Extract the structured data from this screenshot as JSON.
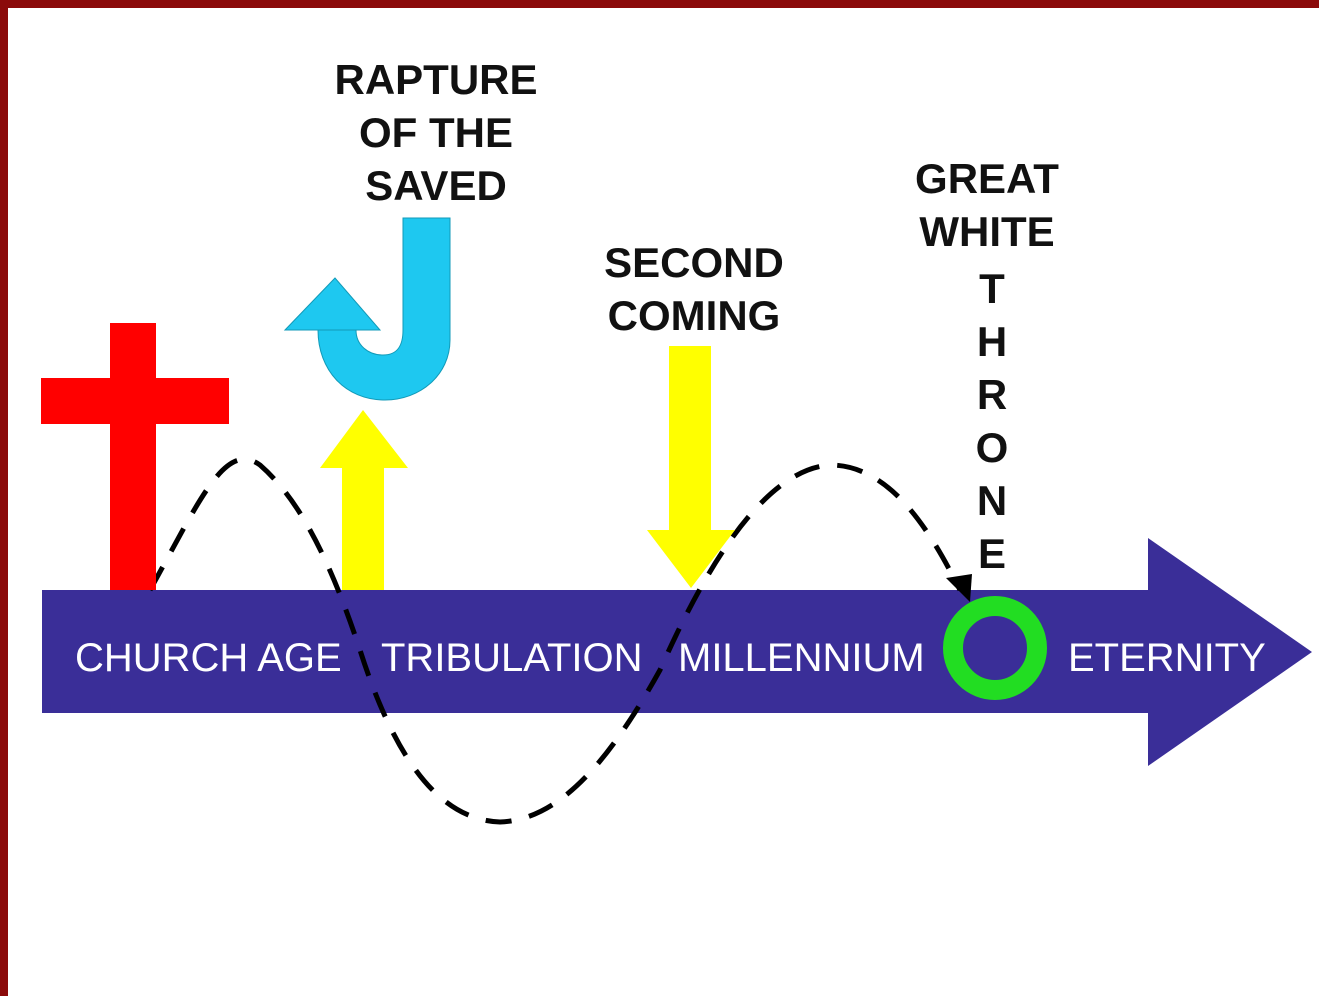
{
  "colors": {
    "frame": "#8b0a0a",
    "timeline_bar": "#3a2e98",
    "cross": "#ff0000",
    "rapture_arrow": "#1ec8f0",
    "yellow_arrows": "#ffff00",
    "throne_ring": "#22dd22",
    "dashed_wave": "#000000",
    "text": "#111111",
    "era_text": "#ffffff"
  },
  "icons": {
    "cross": "cross-icon",
    "rapture": "hook-arrow-icon",
    "rapture_up": "arrow-up-icon",
    "second_coming": "arrow-down-icon",
    "throne": "ring-icon"
  },
  "labels": {
    "rapture": [
      "RAPTURE",
      "OF THE",
      "SAVED"
    ],
    "second_coming": [
      "SECOND",
      "COMING"
    ],
    "great_white": [
      "GREAT",
      "WHITE"
    ],
    "throne_letters": [
      "T",
      "H",
      "R",
      "O",
      "N",
      "E"
    ]
  },
  "timeline": {
    "eras": [
      "CHURCH AGE",
      "TRIBULATION",
      "MILLENNIUM",
      "ETERNITY"
    ]
  }
}
